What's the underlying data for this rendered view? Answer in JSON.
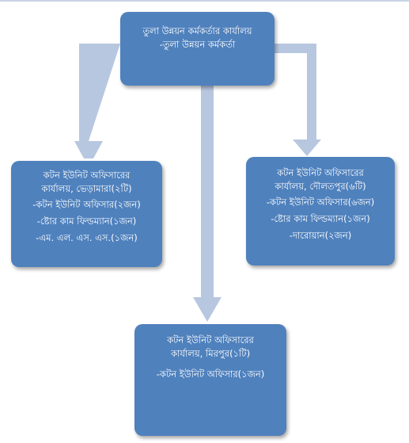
{
  "head_office": {
    "title": "তুলা উন্নয়ন কর্মকর্তার কার্যালয়",
    "staff": "-তুলা উন্নয়ন কর্মকর্তা"
  },
  "bheramara_office": {
    "title_line1": "কটন ইউনিট অফিসারের",
    "title_line2": "কার্যালয়, ভেড়ামারা(২টি)",
    "staff": [
      "-কটন ইউনিট অফিসার(২জন)",
      "-ষ্টোর কাম ফিল্ডম্যান(১জন)",
      "-এম. এল. এস. এস.(১জন)"
    ]
  },
  "daulatpur_office": {
    "title_line1": "কটন ইউনিট অফিসারের",
    "title_line2": "কার্যালয়, দৌলতপুর(৬টি)",
    "staff": [
      "-কটন ইউনিট অফিসার(৬জন)",
      "-ষ্টোর কাম ফিল্ডম্যান(১জন)",
      "-দারোয়ান(২জন)"
    ]
  },
  "mirpur_office": {
    "title_line1": "কটন ইউনিট অফিসারের",
    "title_line2": "কার্যালয়, মিরপুর(১টি)",
    "staff": [
      "-কটন ইউনিট অফিসার(১জন)"
    ]
  },
  "colors": {
    "box_fill": "#4f81bd",
    "box_text": "#ffffff",
    "arrow_fill": "#b8c7e0"
  }
}
